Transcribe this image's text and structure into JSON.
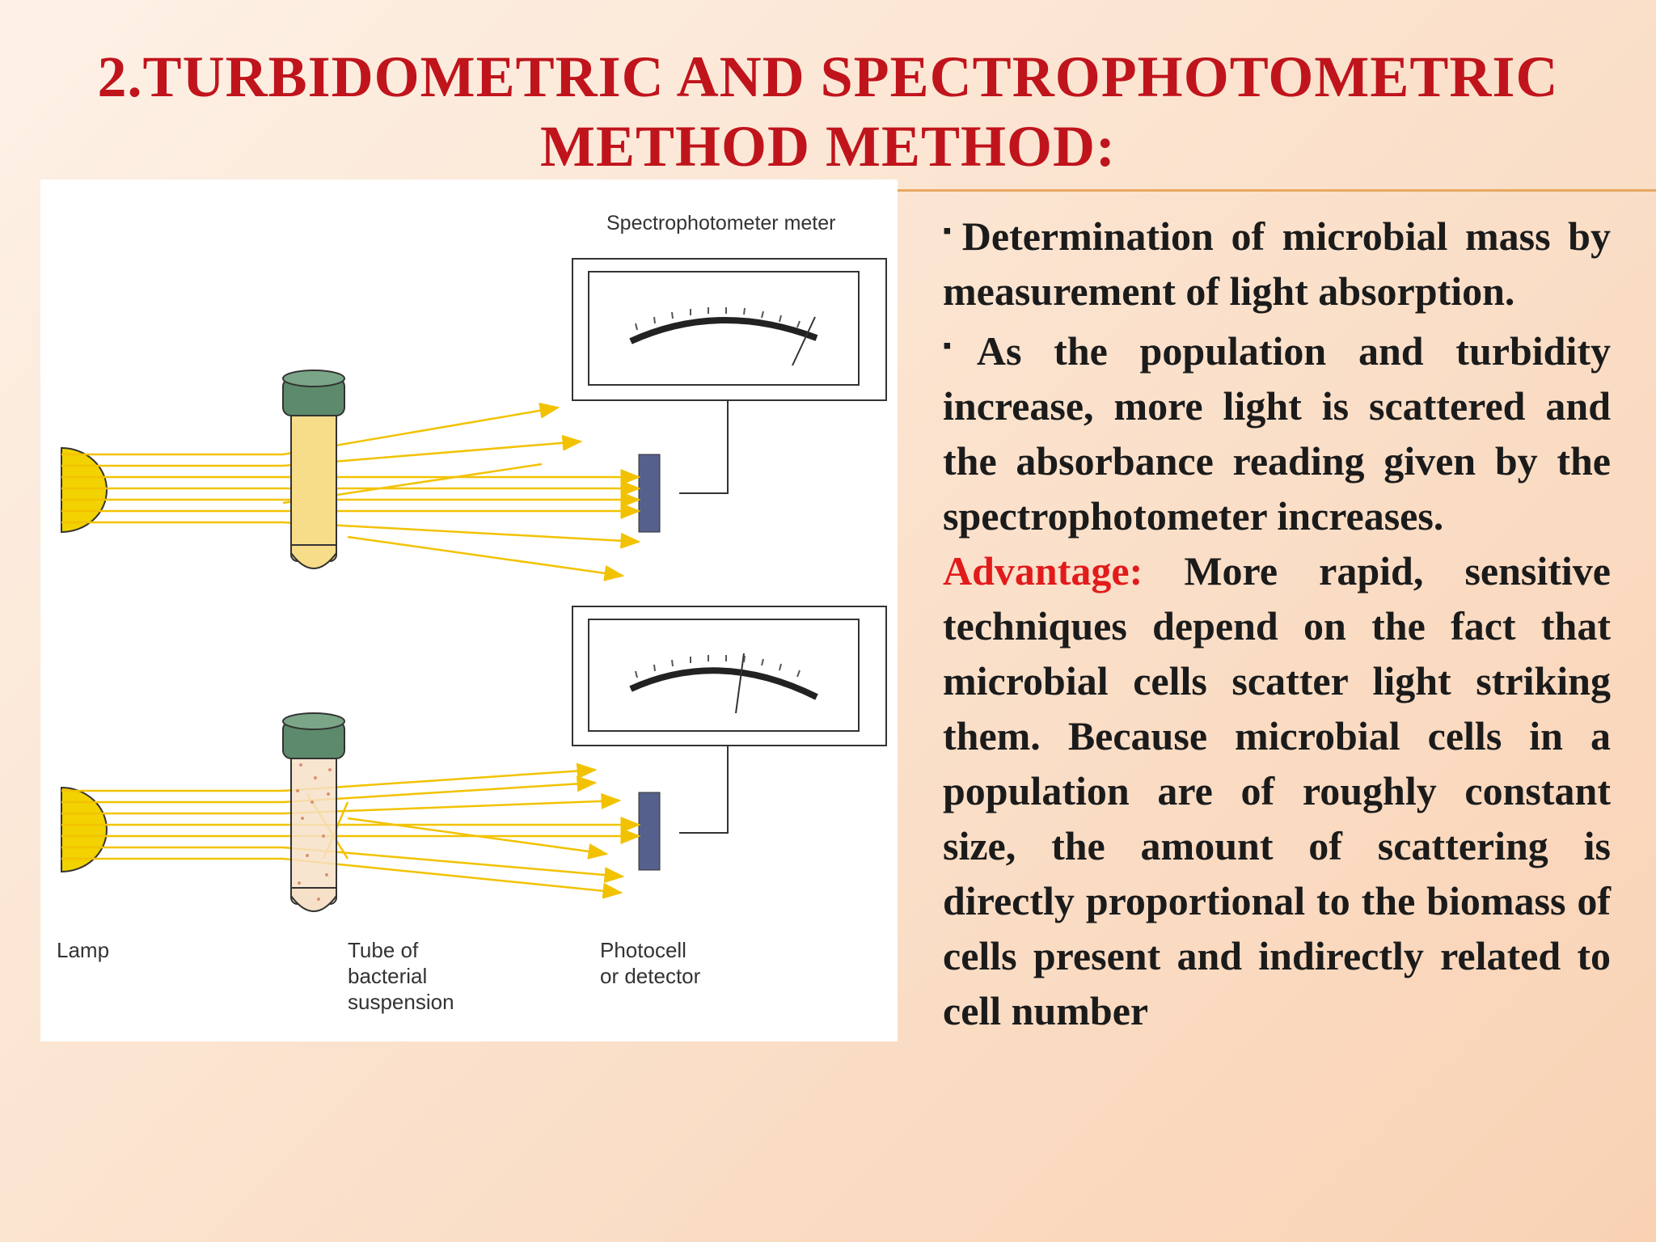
{
  "title": {
    "line1": "2.TURBIDOMETRIC AND SPECTROPHOTOMETRIC",
    "line2": "METHOD  METHOD:"
  },
  "figure": {
    "meter_label": "Spectrophotometer meter",
    "lamp_label": "Lamp",
    "tube_label": [
      "Tube of",
      "bacterial",
      "suspension"
    ],
    "photocell_label": [
      "Photocell",
      "or detector"
    ]
  },
  "body": {
    "bullet_symbol": "▪",
    "bullet1": "Determination of microbial mass by measurement of light absorption.",
    "bullet2": "As the population and turbidity increase, more light is scattered and the absorbance reading given by the spectrophotometer increases.",
    "advantage_label": "Advantage:",
    "advantage_text": " More rapid, sensitive techniques depend on the fact that microbial cells scatter light striking them. Because microbial cells in a population are of roughly constant size, the amount of scattering is directly proportional to the biomass of cells present and indirectly related to cell number"
  },
  "colors": {
    "title": "#c0141c",
    "advantage": "#e11b1b",
    "light_beam": "#f2c200",
    "tube_cap": "#5d8a6c",
    "detector": "#55608c"
  }
}
